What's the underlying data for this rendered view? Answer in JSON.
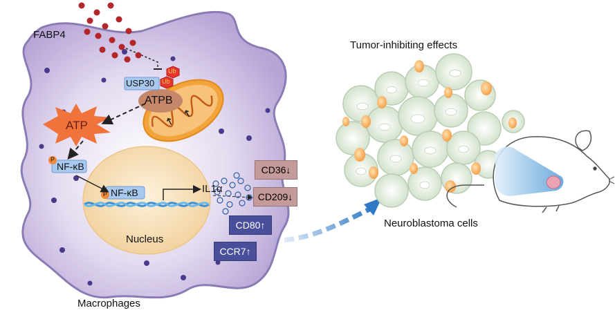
{
  "labels": {
    "fabp4": "FABP4",
    "usp30": "USP30",
    "ub": "Ub",
    "atpb": "ATPB",
    "atp": "ATP",
    "phospho": "P",
    "nfkb": "NF-κB",
    "il1a": "IL1α",
    "nucleus": "Nucleus",
    "macrophages": "Macrophages",
    "tumor_effects": "Tumor-inhibiting effects",
    "neuroblastoma": "Neuroblastoma cells"
  },
  "markers": [
    {
      "name": "CD36",
      "direction": "↓",
      "color": "#c49a9a"
    },
    {
      "name": "CD209",
      "direction": "↓",
      "color": "#c49a9a"
    },
    {
      "name": "CD80",
      "direction": "↑",
      "color": "#4a4f9c"
    },
    {
      "name": "CCR7",
      "direction": "↑",
      "color": "#4a4f9c"
    }
  ],
  "colors": {
    "cell": "#c9b9e0",
    "cell_border": "#8b7bb5",
    "nucleus": "#f6dcb0",
    "mito": "#f2a33a",
    "atp_burst": "#f0733c",
    "nfkb_box": "#a9c8ee",
    "arrow_blue": "#2f79c6",
    "fabp4_dots": "#b3262a"
  }
}
